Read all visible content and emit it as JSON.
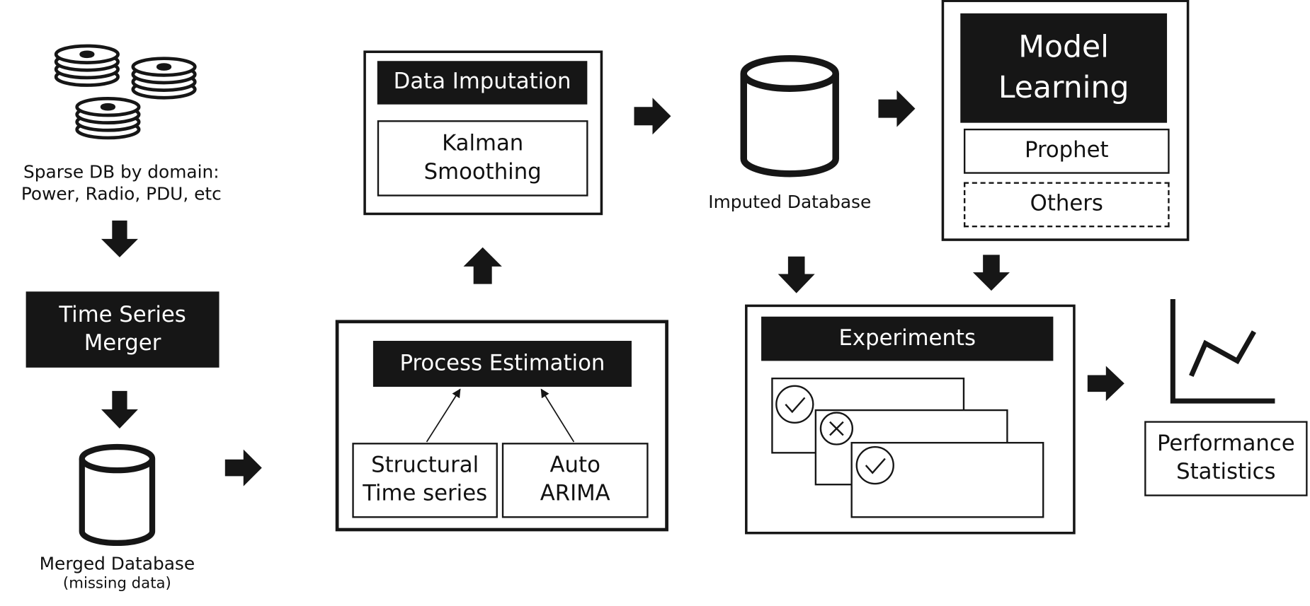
{
  "sparse_db": {
    "label": "Sparse DB by domain:\nPower, Radio, PDU, etc"
  },
  "merger": {
    "label": "Time Series\nMerger"
  },
  "merged_db": {
    "label": "Merged Database",
    "sublabel": "(missing data)"
  },
  "imputation": {
    "title": "Data Imputation",
    "method": "Kalman\nSmoothing"
  },
  "estimation": {
    "title": "Process Estimation",
    "left": "Structural\nTime series",
    "right": "Auto\nARIMA"
  },
  "imputed_db": {
    "label": "Imputed Database"
  },
  "model": {
    "title": "Model\nLearning",
    "primary": "Prophet",
    "other": "Others"
  },
  "experiments": {
    "title": "Experiments",
    "icons": [
      "check-circle-icon",
      "x-circle-icon",
      "check-circle-icon"
    ]
  },
  "performance": {
    "label": "Performance\nStatistics"
  },
  "colors": {
    "ink": "#161616",
    "paper": "#ffffff"
  }
}
